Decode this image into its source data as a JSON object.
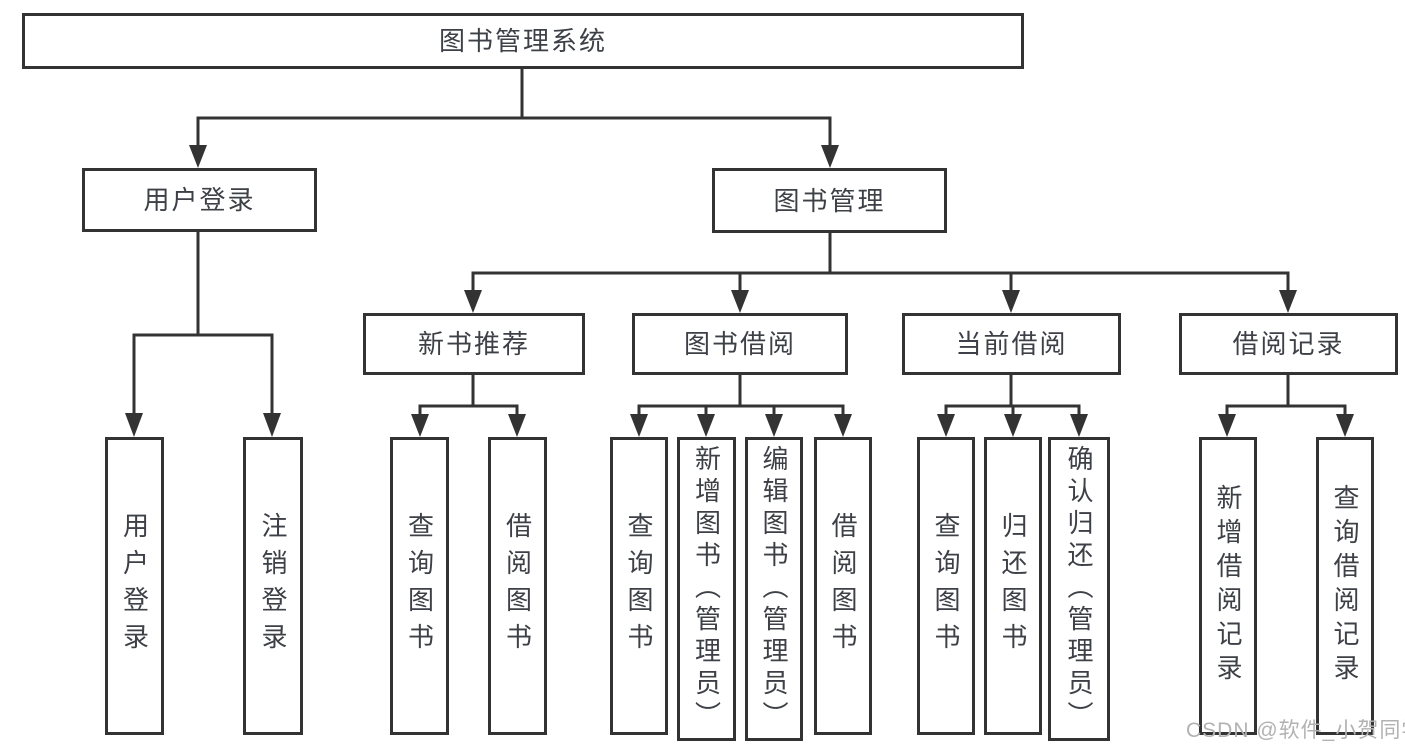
{
  "colors": {
    "line": "#333333",
    "text": "#3d4046",
    "watermark": "#b2b2b2",
    "background": "#ffffff"
  },
  "root": {
    "label": "图书管理系统"
  },
  "level2": {
    "user_login": {
      "label": "用户登录"
    },
    "book_management": {
      "label": "图书管理"
    }
  },
  "level3": {
    "new_book_recommend": {
      "label": "新书推荐"
    },
    "book_borrowing": {
      "label": "图书借阅"
    },
    "current_borrowing": {
      "label": "当前借阅"
    },
    "borrowing_records": {
      "label": "借阅记录"
    }
  },
  "leaves": {
    "user_login": {
      "label": "用户登录"
    },
    "logout": {
      "label": "注销登录"
    },
    "recommend_query_books": {
      "label": "查询图书"
    },
    "recommend_borrow_books": {
      "label": "借阅图书"
    },
    "borrowing_query_books": {
      "label": "查询图书"
    },
    "borrowing_add_books": {
      "label": "新增图书（管理员）"
    },
    "borrowing_edit_books": {
      "label": "编辑图书（管理员）"
    },
    "borrowing_borrow_books": {
      "label": "借阅图书"
    },
    "current_query_books": {
      "label": "查询图书"
    },
    "current_return_books": {
      "label": "归还图书"
    },
    "current_confirm_return": {
      "label": "确认归还（管理员）"
    },
    "records_add_record": {
      "label": "新增借阅记录"
    },
    "records_query_record": {
      "label": "查询借阅记录"
    }
  },
  "watermark": {
    "text": "CSDN @软件_小贺同学"
  }
}
